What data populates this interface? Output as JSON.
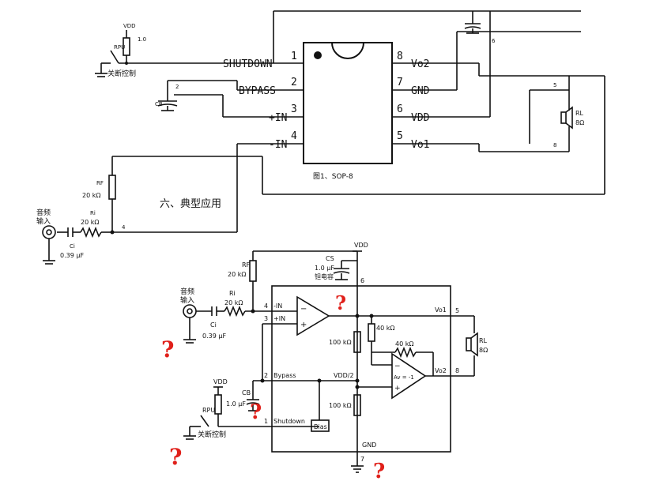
{
  "top": {
    "chip_caption": "图1、SOP-8",
    "pins_left": [
      {
        "num": "1",
        "name": "SHUTDOWN"
      },
      {
        "num": "2",
        "name": "BYPASS"
      },
      {
        "num": "3",
        "name": "+IN"
      },
      {
        "num": "4",
        "name": "-IN"
      }
    ],
    "pins_right": [
      {
        "num": "8",
        "name": "Vo2"
      },
      {
        "num": "7",
        "name": "GND"
      },
      {
        "num": "6",
        "name": "VDD"
      },
      {
        "num": "5",
        "name": "Vo1"
      }
    ],
    "vdd_label": "VDD",
    "rpu_label": "RPU",
    "rpu_value": "1.0",
    "shutdown_ctrl": "关断控制",
    "cap_b_label": "CB",
    "node_2": "2",
    "node_4": "4",
    "node_5": "5",
    "node_6": "6",
    "node_8": "8",
    "rl_label": "RL",
    "rl_value": "8Ω",
    "rf_label": "RF",
    "rf_value": "20 kΩ",
    "ri_label": "Ri",
    "ri_value": "20 kΩ",
    "ci_label": "Ci",
    "ci_value": "0.39 μF",
    "audio_in": [
      "音频",
      "输入"
    ],
    "section_title": "六、典型应用"
  },
  "bottom": {
    "vdd": "VDD",
    "cs_label": "CS",
    "cs_value": "1.0 μF",
    "cs_note": "钽电容",
    "node_6": "6",
    "rf_label": "RF",
    "rf_value": "20 kΩ",
    "ri_label": "Ri",
    "ri_value": "20 kΩ",
    "ci_label": "Ci",
    "ci_value": "0.39 μF",
    "audio_in": [
      "音频",
      "输入"
    ],
    "pin4": "4",
    "pin3": "3",
    "pin2": "2",
    "pin1": "1",
    "pin5": "5",
    "pin8": "8",
    "pin7": "7",
    "minus_in": "-IN",
    "plus_in": "+IN",
    "bypass": "Bypass",
    "shutdown": "Shutdown",
    "bias": "Bias",
    "vo1": "Vo1",
    "vo2": "Vo2",
    "r40a": "40 kΩ",
    "r40b": "40 kΩ",
    "r100a": "100 kΩ",
    "r100b": "100 kΩ",
    "vdd_half": "VDD/2",
    "av": "Av = -1",
    "gnd": "GND",
    "rl_label": "RL",
    "rl_value": "8Ω",
    "cb_label": "CB",
    "cb_value": "1.0 μF",
    "vdd2": "VDD",
    "rpu": "RPU",
    "shutdown_ctrl": "关断控制"
  },
  "marks": [
    "?",
    "?",
    "?",
    "?",
    "?"
  ]
}
